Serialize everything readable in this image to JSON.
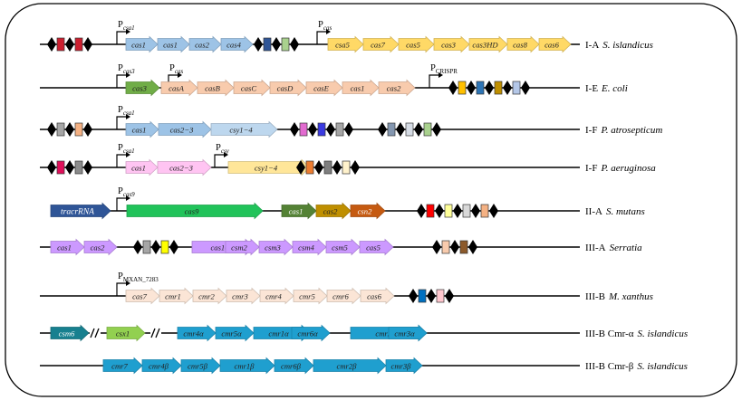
{
  "tracks": [
    {
      "type": "I-A",
      "organism": "S. islandicus",
      "features": [
        {
          "kind": "repeats",
          "colors": [
            "#cc1f2f",
            "#cc1f2f"
          ]
        },
        {
          "kind": "promoter",
          "main": "P",
          "sub": "csa1"
        },
        {
          "kind": "gene",
          "label": "cas1",
          "fill": "#9dc3e6"
        },
        {
          "kind": "gene",
          "label": "cas1",
          "fill": "#9dc3e6"
        },
        {
          "kind": "gene",
          "label": "cas2",
          "fill": "#9dc3e6"
        },
        {
          "kind": "gene",
          "label": "cas4",
          "fill": "#9dc3e6"
        },
        {
          "kind": "repeats",
          "colors": [
            "#2f5597",
            "#a9d18e"
          ]
        },
        {
          "kind": "promoter",
          "main": "P",
          "sub": "cas"
        },
        {
          "kind": "gene",
          "label": "csa5",
          "fill": "#ffd966"
        },
        {
          "kind": "gene",
          "label": "cas7",
          "fill": "#ffd966"
        },
        {
          "kind": "gene",
          "label": "cas5",
          "fill": "#ffd966"
        },
        {
          "kind": "gene",
          "label": "cas3",
          "fill": "#ffd966"
        },
        {
          "kind": "gene",
          "label": "cas3HD",
          "fill": "#ffd966"
        },
        {
          "kind": "gene",
          "label": "cas8",
          "fill": "#ffd966"
        },
        {
          "kind": "gene",
          "label": "cas6",
          "fill": "#ffd966"
        }
      ]
    },
    {
      "type": "I-E",
      "organism": "E. coli",
      "features": [
        {
          "kind": "promoter",
          "main": "P",
          "sub": "cas3"
        },
        {
          "kind": "gene",
          "label": "cas3",
          "fill": "#70ad47"
        },
        {
          "kind": "promoter",
          "main": "P",
          "sub": "cas"
        },
        {
          "kind": "gene",
          "label": "casA",
          "fill": "#f8cbad"
        },
        {
          "kind": "gene",
          "label": "casB",
          "fill": "#f8cbad"
        },
        {
          "kind": "gene",
          "label": "casC",
          "fill": "#f8cbad"
        },
        {
          "kind": "gene",
          "label": "casD",
          "fill": "#f8cbad"
        },
        {
          "kind": "gene",
          "label": "casE",
          "fill": "#f8cbad"
        },
        {
          "kind": "gene",
          "label": "cas1",
          "fill": "#f8cbad"
        },
        {
          "kind": "gene",
          "label": "cas2",
          "fill": "#f8cbad"
        },
        {
          "kind": "promoter",
          "main": "P",
          "sub": "CRISPR"
        },
        {
          "kind": "repeats",
          "colors": [
            "#ffc000",
            "#2e75b6",
            "#bf8f00",
            "#b4c7e7"
          ]
        }
      ]
    },
    {
      "type": "I-F",
      "organism": "P. atrosepticum",
      "features": [
        {
          "kind": "repeats",
          "colors": [
            "#a6a6a6",
            "#f4b183"
          ]
        },
        {
          "kind": "promoter",
          "main": "P",
          "sub": "csa1"
        },
        {
          "kind": "gene",
          "label": "cas1",
          "fill": "#9dc3e6"
        },
        {
          "kind": "gene",
          "label": "cas2−3",
          "fill": "#9dc3e6"
        },
        {
          "kind": "gene",
          "label": "csy1−4",
          "fill": "#bdd7ee"
        },
        {
          "kind": "repeats",
          "colors": [
            "#e26bd0",
            "#3a3ae0",
            "#a6a6a6"
          ]
        },
        {
          "kind": "repeats",
          "colors": [
            "#8497b0",
            "#d6dce5",
            "#a9d18e"
          ]
        }
      ]
    },
    {
      "type": "I-F",
      "organism": "P. aeruginosa",
      "features": [
        {
          "kind": "repeats",
          "colors": [
            "#e0105a",
            "#8c8c8c"
          ]
        },
        {
          "kind": "promoter",
          "main": "P",
          "sub": "csa1"
        },
        {
          "kind": "gene",
          "label": "cas1",
          "fill": "#ffc4f2"
        },
        {
          "kind": "gene",
          "label": "cas2−3",
          "fill": "#ffc4f2"
        },
        {
          "kind": "promoter",
          "main": "P",
          "sub": "csy"
        },
        {
          "kind": "gene",
          "label": "csy1−4",
          "fill": "#ffe699"
        },
        {
          "kind": "repeats",
          "colors": [
            "#ed7d31",
            "#7f7f7f",
            "#fff2cc"
          ]
        }
      ]
    },
    {
      "type": "II-A",
      "organism": "S. mutans",
      "features": [
        {
          "kind": "gene",
          "label": "tracrRNA",
          "fill": "#2f5597"
        },
        {
          "kind": "promoter",
          "main": "P",
          "sub": "cas9"
        },
        {
          "kind": "gene",
          "label": "cas9",
          "fill": "#21c35a"
        },
        {
          "kind": "gene",
          "label": "cas1",
          "fill": "#548235"
        },
        {
          "kind": "gene",
          "label": "cas2",
          "fill": "#bf8f00"
        },
        {
          "kind": "gene",
          "label": "csn2",
          "fill": "#c55a11"
        },
        {
          "kind": "repeats",
          "colors": [
            "#ff0000",
            "#ffff99",
            "#d9d9d9",
            "#f4b183"
          ]
        }
      ]
    },
    {
      "type": "III-A",
      "organism": "Serratia",
      "features": [
        {
          "kind": "gene",
          "label": "cas1",
          "fill": "#cc99ff"
        },
        {
          "kind": "gene",
          "label": "cas2",
          "fill": "#cc99ff"
        },
        {
          "kind": "repeats",
          "colors": [
            "#a6a6a6",
            "#ffff00"
          ]
        },
        {
          "kind": "gene",
          "label": "cas10",
          "fill": "#cc99ff"
        },
        {
          "kind": "gene",
          "label": "csm2",
          "fill": "#cc99ff"
        },
        {
          "kind": "gene",
          "label": "csm3",
          "fill": "#cc99ff"
        },
        {
          "kind": "gene",
          "label": "csm4",
          "fill": "#cc99ff"
        },
        {
          "kind": "gene",
          "label": "csm5",
          "fill": "#cc99ff"
        },
        {
          "kind": "gene",
          "label": "cas5",
          "fill": "#cc99ff"
        },
        {
          "kind": "repeats",
          "colors": [
            "#f8cbad",
            "#8c5a2b"
          ]
        }
      ]
    },
    {
      "type": "III-B",
      "organism": "M. xanthus",
      "features": [
        {
          "kind": "promoter",
          "main": "P",
          "sub": "MXAN_7283"
        },
        {
          "kind": "gene",
          "label": "cas7",
          "fill": "#fbe5d6"
        },
        {
          "kind": "gene",
          "label": "cmr1",
          "fill": "#fbe5d6"
        },
        {
          "kind": "gene",
          "label": "cmr2",
          "fill": "#fbe5d6"
        },
        {
          "kind": "gene",
          "label": "cmr3",
          "fill": "#fbe5d6"
        },
        {
          "kind": "gene",
          "label": "cmr4",
          "fill": "#fbe5d6"
        },
        {
          "kind": "gene",
          "label": "cmr5",
          "fill": "#fbe5d6"
        },
        {
          "kind": "gene",
          "label": "cmr6",
          "fill": "#fbe5d6"
        },
        {
          "kind": "gene",
          "label": "cas6",
          "fill": "#fbe5d6"
        },
        {
          "kind": "repeats",
          "colors": [
            "#0070c0",
            "#ffc7ce"
          ]
        }
      ]
    },
    {
      "type": "III-B Cmr-α",
      "organism": "S. islandicus",
      "features": [
        {
          "kind": "gene",
          "label": "csm6",
          "fill": "#17808f"
        },
        {
          "kind": "gene",
          "label": "csx1",
          "fill": "#92d050"
        },
        {
          "kind": "gene",
          "label": "cmr4α",
          "fill": "#1f9fcf"
        },
        {
          "kind": "gene",
          "label": "cmr5α",
          "fill": "#1f9fcf"
        },
        {
          "kind": "gene",
          "label": "cmr1α",
          "fill": "#1f9fcf"
        },
        {
          "kind": "gene",
          "label": "cmr6α",
          "fill": "#1f9fcf"
        },
        {
          "kind": "gene",
          "label": "cmr2α",
          "fill": "#1f9fcf"
        },
        {
          "kind": "gene",
          "label": "cmr3α",
          "fill": "#1f9fcf"
        }
      ]
    },
    {
      "type": "III-B Cmr-β",
      "organism": "S. islandicus",
      "features": [
        {
          "kind": "gene",
          "label": "cmr7",
          "fill": "#1f9fcf"
        },
        {
          "kind": "gene",
          "label": "cmr4β",
          "fill": "#1f9fcf"
        },
        {
          "kind": "gene",
          "label": "cmr5β",
          "fill": "#1f9fcf"
        },
        {
          "kind": "gene",
          "label": "cmr1β",
          "fill": "#1f9fcf"
        },
        {
          "kind": "gene",
          "label": "cmr6β",
          "fill": "#1f9fcf"
        },
        {
          "kind": "gene",
          "label": "cmr2β",
          "fill": "#1f9fcf"
        },
        {
          "kind": "gene",
          "label": "cmr3β",
          "fill": "#1f9fcf"
        }
      ]
    }
  ]
}
